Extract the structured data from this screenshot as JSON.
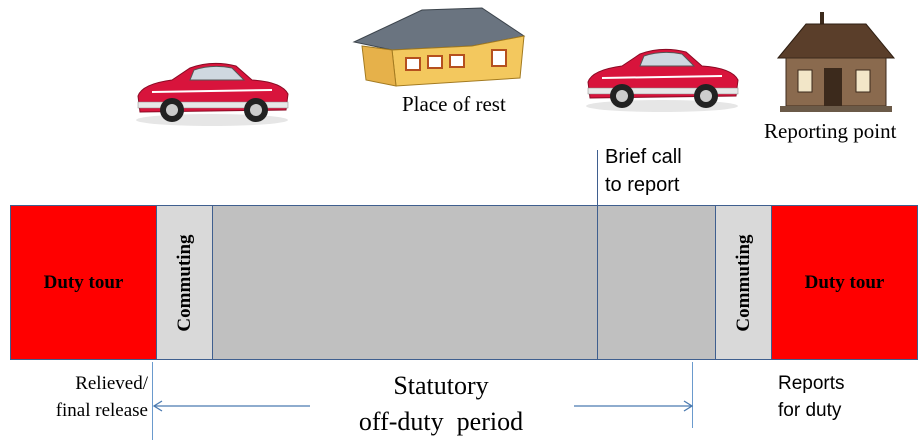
{
  "labels": {
    "place_of_rest": "Place of rest",
    "reporting_point": "Reporting point",
    "brief_call": [
      "Brief call",
      "to report"
    ],
    "duty_tour_left": "Duty tour",
    "duty_tour_right": "Duty tour",
    "commuting_left": "Commuting",
    "commuting_right": "Commuting",
    "relieved": [
      "Relieved/",
      "final release"
    ],
    "statutory": [
      "Statutory",
      "off-duty  period"
    ],
    "reports": [
      "Reports",
      "for duty"
    ]
  },
  "colors": {
    "duty_tour": "#ff0000",
    "commuting": "#d9d9d9",
    "off_duty": "#c0c0c0",
    "border": "#3f5f8f",
    "arrow": "#4a7ab0"
  },
  "icons": [
    "car-icon",
    "house-icon",
    "car-icon",
    "station-building-icon"
  ]
}
